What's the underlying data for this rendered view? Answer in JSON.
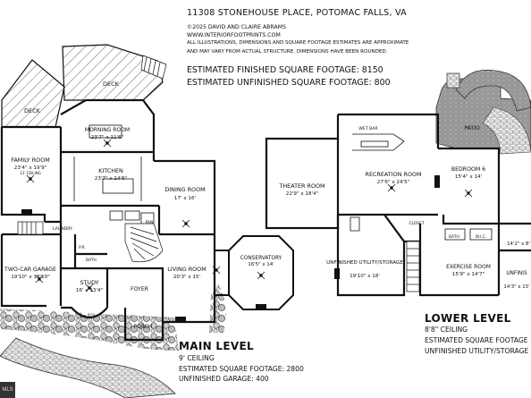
{
  "header": {
    "title": "11308 Stonehouse Place, Potomac Falls, VA",
    "copyright": "©2025 David and Claire Abrams",
    "website": "www.interiorfootprints.com",
    "disclaimer_line1": "All illustrations, dimensions and square footage estimates are approximate",
    "disclaimer_line2": "and may vary from actual structure. Dimensions have been rounded.",
    "finished_sqft": "Estimated Finished Square Footage: 8150",
    "unfinished_sqft": "Estimated Unfinished Square Footage: 800"
  },
  "main_level": {
    "name": "Main Level",
    "ceiling": "9' Ceiling",
    "sqft": "Estimated Square Footage: 2800",
    "garage": "Unfinished Garage: 400",
    "rooms": [
      {
        "id": "deck-left",
        "name": "Deck",
        "dims": ""
      },
      {
        "id": "deck-top",
        "name": "Deck",
        "dims": ""
      },
      {
        "id": "family-room",
        "name": "Family Room",
        "dims": "23'4\" x 19'9\"",
        "note": "11' Ceiling"
      },
      {
        "id": "morning-room",
        "name": "Morning Room",
        "dims": "23'7\" x 11'6\""
      },
      {
        "id": "kitchen",
        "name": "Kitchen",
        "dims": "23'7\" x 14'6\""
      },
      {
        "id": "dining-room",
        "name": "Dining Room",
        "dims": "17' x 16'"
      },
      {
        "id": "living-room",
        "name": "Living Room",
        "dims": "20'3\" x 15'"
      },
      {
        "id": "conservatory",
        "name": "Conservatory",
        "dims": "16'5\" x 14'"
      },
      {
        "id": "garage",
        "name": "Two-Car Garage",
        "dims": "19'10\" x 18'10\""
      },
      {
        "id": "study",
        "name": "Study",
        "dims": "16' x 13'4\""
      },
      {
        "id": "foyer",
        "name": "Foyer",
        "dims": ""
      },
      {
        "id": "porch",
        "name": "Porch",
        "dims": ""
      },
      {
        "id": "laundry",
        "name": "Laundry",
        "dims": ""
      },
      {
        "id": "pantry",
        "name": "Pan",
        "dims": ""
      },
      {
        "id": "bath",
        "name": "Bath",
        "dims": ""
      },
      {
        "id": "powder",
        "name": "P.R.",
        "dims": ""
      }
    ]
  },
  "lower_level": {
    "name": "Lower Level",
    "ceiling": "8'8\" Ceiling",
    "sqft": "Estimated Square Footage",
    "unfinished": "Unfinished Utility/Storage",
    "rooms": [
      {
        "id": "theater-room",
        "name": "Theater Room",
        "dims": "22'9\" x 18'4\""
      },
      {
        "id": "recreation-room",
        "name": "Recreation Room",
        "dims": "27'6\" x 24'5\""
      },
      {
        "id": "wet-bar",
        "name": "Wet Bar",
        "dims": ""
      },
      {
        "id": "patio",
        "name": "Patio",
        "dims": ""
      },
      {
        "id": "bedroom-6",
        "name": "Bedroom 6",
        "dims": "15'4\" x 14'"
      },
      {
        "id": "utility-storage",
        "name": "Unfinished Utility/Storage",
        "dims": "19'10\" x 18'"
      },
      {
        "id": "exercise-room",
        "name": "Exercise Room",
        "dims": "15'9\" x 14'7\""
      },
      {
        "id": "unfinished-right",
        "name": "Unfinis",
        "dims": "14'3\" x 15'"
      },
      {
        "id": "closet",
        "name": "Closet",
        "dims": ""
      },
      {
        "id": "lower-bath",
        "name": "Bath",
        "dims": ""
      },
      {
        "id": "wic",
        "name": "W.I.C.",
        "dims": ""
      },
      {
        "id": "edge-dims",
        "name": "",
        "dims": "14'2\" x 8'"
      }
    ]
  },
  "badge": "MLS",
  "colors": {
    "ink": "#111111",
    "hatch": "#555555",
    "paver": "#8a8a8a",
    "shrub": "#6e6e6e"
  }
}
